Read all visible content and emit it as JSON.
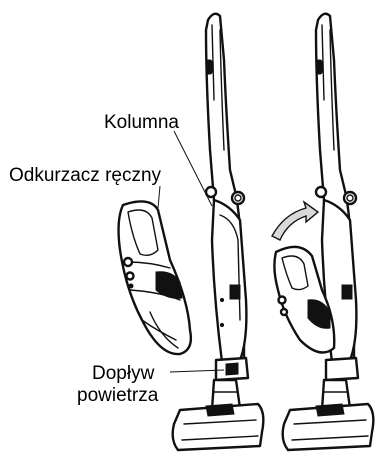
{
  "labels": {
    "column": "Kolumna",
    "handheld": "Odkurzacz ręczny",
    "airflow_line1": "Dopływ",
    "airflow_line2": "powietrza"
  }
}
